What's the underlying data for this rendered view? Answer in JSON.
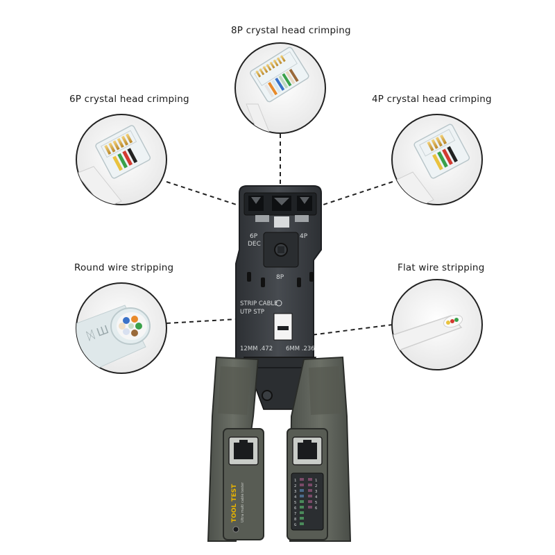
{
  "callouts": {
    "crimp_8p": "8P crystal head crimping",
    "crimp_6p": "6P crystal head crimping",
    "crimp_4p": "4P crystal head crimping",
    "round_strip": "Round wire stripping",
    "flat_strip": "Flat wire stripping"
  },
  "tool_markings": {
    "label_6p": "6P",
    "label_dec": "DEC",
    "label_4p": "4P",
    "label_8p": "8P",
    "strip_cable": "STRIP CABLE",
    "utp_stp": "UTP STP",
    "size_12mm": "12MM .472",
    "size_6mm": "6MM .236",
    "tester_brand": "TOOL TEST",
    "tester_sub": "Ultra multi cable tester",
    "led_left": [
      "1",
      "2",
      "3",
      "4",
      "5",
      "6",
      "7",
      "8",
      "G"
    ],
    "led_right": [
      "1",
      "2",
      "3",
      "4",
      "5",
      "6"
    ]
  },
  "colors": {
    "tool_body": "#5f6359",
    "tool_dark": "#2b2e2f",
    "tool_head": "#3a3e42",
    "callout_line": "#222222",
    "brand_yellow": "#e8b400"
  }
}
